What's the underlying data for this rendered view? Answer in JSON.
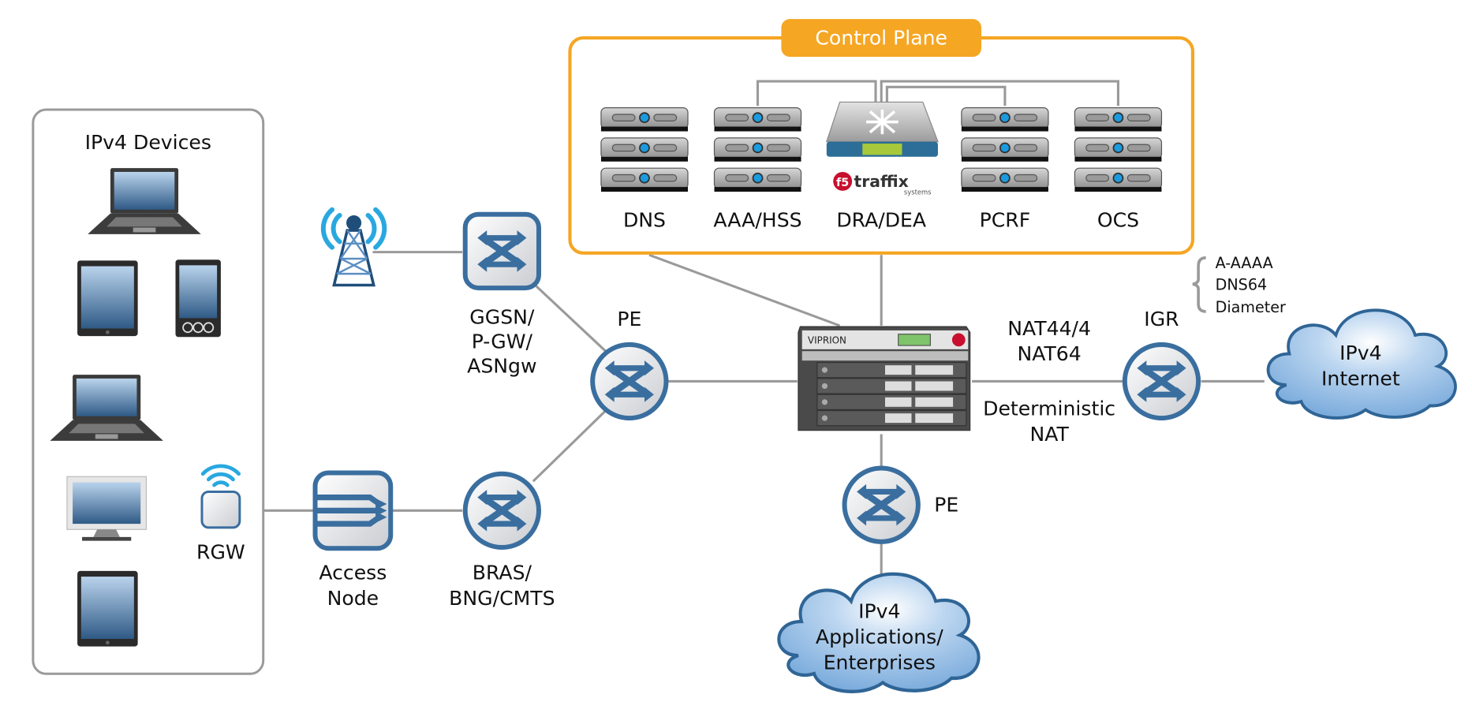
{
  "diagram": {
    "control_plane": {
      "title": "Control Plane",
      "accent_color": "#f5a623",
      "servers": [
        {
          "id": "dns",
          "label": "DNS"
        },
        {
          "id": "aaa-hss",
          "label": "AAA/HSS"
        },
        {
          "id": "dra-dea",
          "label": "DRA/DEA",
          "brand": "traffix",
          "brand_sub": "systems"
        },
        {
          "id": "pcrf",
          "label": "PCRF"
        },
        {
          "id": "ocs",
          "label": "OCS"
        }
      ]
    },
    "devices_group": {
      "title": "IPv4 Devices",
      "devices": [
        "laptop",
        "tablet",
        "smartphone",
        "laptop",
        "monitor",
        "tablet"
      ]
    },
    "nodes": {
      "rgw": "RGW",
      "access_node": [
        "Access",
        "Node"
      ],
      "bras": [
        "BRAS/",
        "BNG/CMTS"
      ],
      "ggsn": [
        "GGSN/",
        "P-GW/",
        "ASNgw"
      ],
      "pe_left": "PE",
      "pe_bottom": "PE",
      "igr": "IGR",
      "viprion": "VIPRION"
    },
    "functions": {
      "nat": [
        "NAT44/4",
        "NAT64"
      ],
      "deterministic": [
        "Deterministic",
        "NAT"
      ],
      "control_list": [
        "A-AAAA",
        "DNS64",
        "Diameter"
      ]
    },
    "clouds": {
      "internet": [
        "IPv4",
        "Internet"
      ],
      "applications": [
        "IPv4",
        "Applications/",
        "Enterprises"
      ]
    },
    "colors": {
      "node_blue": "#3a6e9f",
      "link_gray": "#9a9a9a",
      "cloud_blue": "#7fb0e0",
      "wifi_blue": "#29a8e0"
    }
  }
}
